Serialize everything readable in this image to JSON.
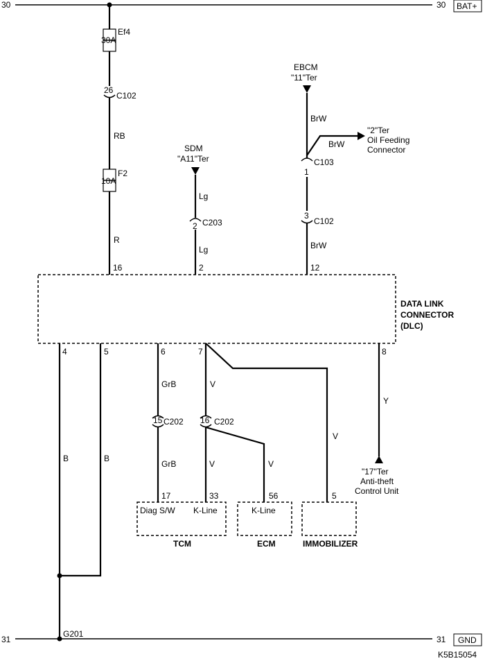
{
  "bus": {
    "top_left_num": "30",
    "top_right_num": "30",
    "top_label": "BAT+",
    "bottom_left_num": "31",
    "bottom_right_num": "31",
    "bottom_label": "GND"
  },
  "fuses": [
    {
      "name": "Ef4",
      "rating": "30A"
    },
    {
      "name": "F2",
      "rating": "10A"
    }
  ],
  "connectors": {
    "c102_a": {
      "pin": "26",
      "name": "C102"
    },
    "c102_b": {
      "pin": "3",
      "name": "C102"
    },
    "c103": {
      "pin": "1",
      "name": "C103"
    },
    "c203": {
      "pin": "2",
      "name": "C203"
    },
    "c202_a": {
      "pin": "15",
      "name": "C202"
    },
    "c202_b": {
      "pin": "16",
      "name": "C202"
    }
  },
  "wires": {
    "rb": "RB",
    "r": "R",
    "lg1": "Lg",
    "lg2": "Lg",
    "brw1": "BrW",
    "brw2": "BrW",
    "brw3": "BrW",
    "grb1": "GrB",
    "grb2": "GrB",
    "v1": "V",
    "v2": "V",
    "v3": "V",
    "v4": "V",
    "y": "Y",
    "b1": "B",
    "b2": "B"
  },
  "sources": {
    "sdm": {
      "line1": "SDM",
      "line2": "\"A11\"Ter"
    },
    "ebcm": {
      "line1": "EBCM",
      "line2": "\"11\"Ter"
    },
    "oil": {
      "line1": "\"2\"Ter",
      "line2": "Oil Feeding",
      "line3": "Connector"
    },
    "antitheft": {
      "line1": "\"17\"Ter",
      "line2": "Anti-theft",
      "line3": "Control Unit"
    }
  },
  "dlc": {
    "line1": "DATA LINK",
    "line2": "CONNECTOR",
    "line3": "(DLC)",
    "pins_top": [
      "16",
      "2",
      "12"
    ],
    "pins_bottom": [
      "4",
      "5",
      "6",
      "7",
      "8"
    ]
  },
  "modules": {
    "tcm": {
      "label": "TCM",
      "pin_a": "17",
      "pin_b": "33",
      "term_a": "Diag S/W",
      "term_b": "K-Line"
    },
    "ecm": {
      "label": "ECM",
      "pin": "56",
      "term": "K-Line"
    },
    "immobilizer": {
      "label": "IMMOBILIZER",
      "pin": "5"
    }
  },
  "ground": {
    "name": "G201"
  },
  "doc_id": "K5B15054"
}
